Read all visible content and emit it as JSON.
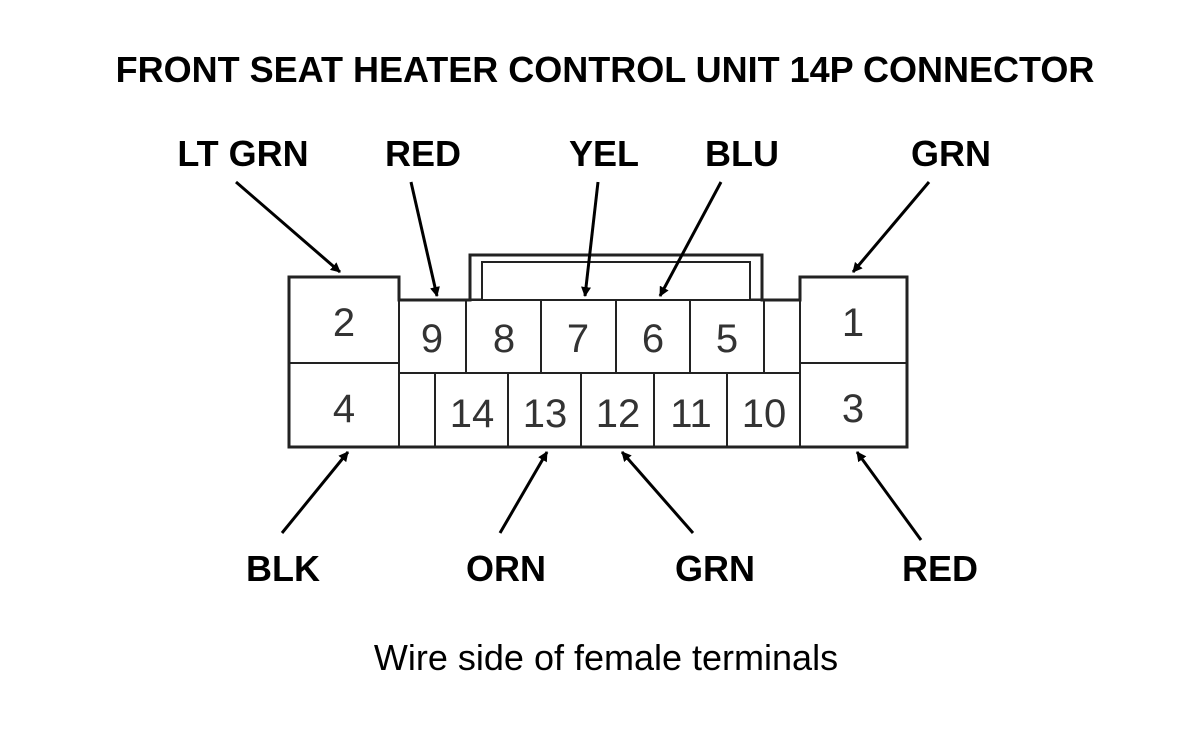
{
  "title": "FRONT SEAT HEATER CONTROL UNIT 14P CONNECTOR",
  "caption": "Wire side of female terminals",
  "top_labels": {
    "lt_grn": "LT GRN",
    "red": "RED",
    "yel": "YEL",
    "blu": "BLU",
    "grn": "GRN"
  },
  "bottom_labels": {
    "blk": "BLK",
    "orn": "ORN",
    "grn": "GRN",
    "red": "RED"
  },
  "pins": {
    "p1": "1",
    "p2": "2",
    "p3": "3",
    "p4": "4",
    "p5": "5",
    "p6": "6",
    "p7": "7",
    "p8": "8",
    "p9": "9",
    "p10": "10",
    "p11": "11",
    "p12": "12",
    "p13": "13",
    "p14": "14"
  }
}
